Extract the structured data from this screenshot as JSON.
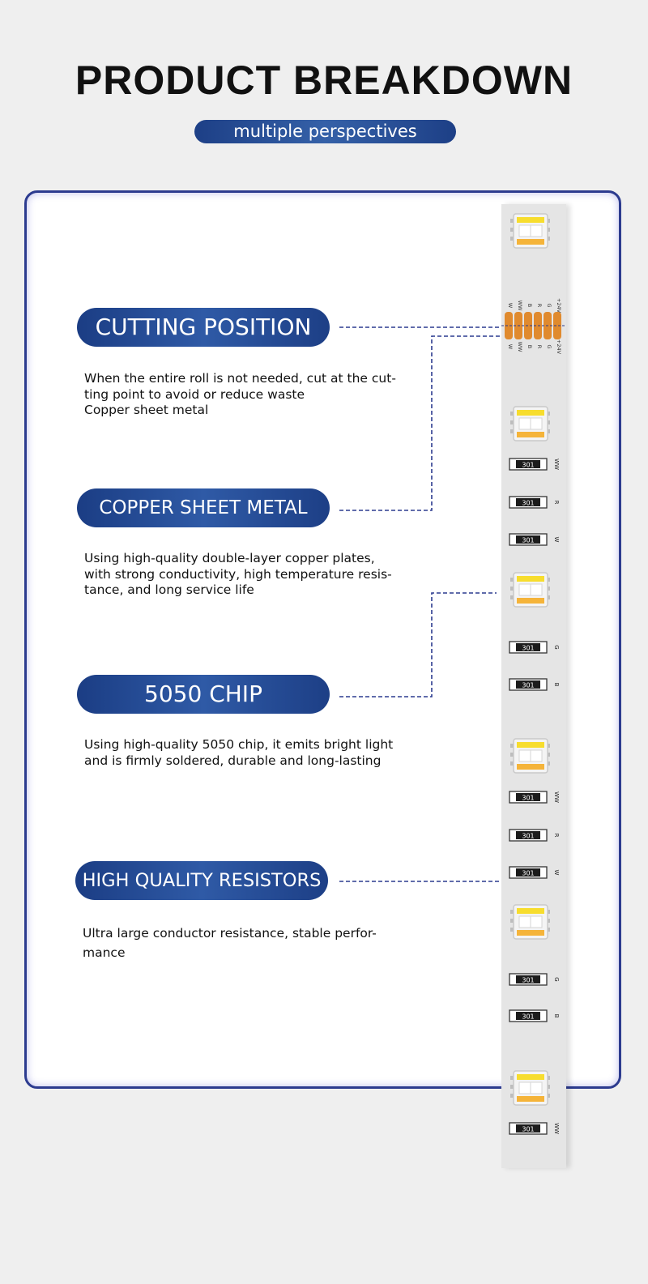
{
  "header": {
    "title": "PRODUCT BREAKDOWN",
    "subtitle": "multiple perspectives"
  },
  "features": [
    {
      "label": "CUTTING POSITION",
      "description": "When the entire roll is not needed, cut at the cut-\nting point to avoid or reduce waste\nCopper sheet metal"
    },
    {
      "label": "COPPER SHEET METAL",
      "description": "Using high-quality double-layer copper plates,\nwith strong conductivity, high temperature resis-\ntance, and long service life"
    },
    {
      "label": "5050 CHIP",
      "description": "Using high-quality 5050 chip, it emits bright light\nand is firmly soldered, durable and long-lasting"
    },
    {
      "label": "HIGH QUALITY RESISTORS",
      "description": "Ultra large conductor resistance, stable perfor-\nmance"
    }
  ],
  "strip": {
    "resistor_code": "301",
    "pad_labels": [
      "+24V",
      "G",
      "R",
      "B",
      "WW",
      "W"
    ],
    "resistor_channels": [
      "WW",
      "R",
      "W",
      "G",
      "B",
      "WW",
      "R",
      "W",
      "G",
      "B",
      "WW"
    ]
  },
  "colors": {
    "accent": "#1d3f86",
    "border": "#2c3b8f",
    "copper": "#e08a2e",
    "led_yellow": "#f7dd2e",
    "led_orange": "#f5b43a"
  }
}
